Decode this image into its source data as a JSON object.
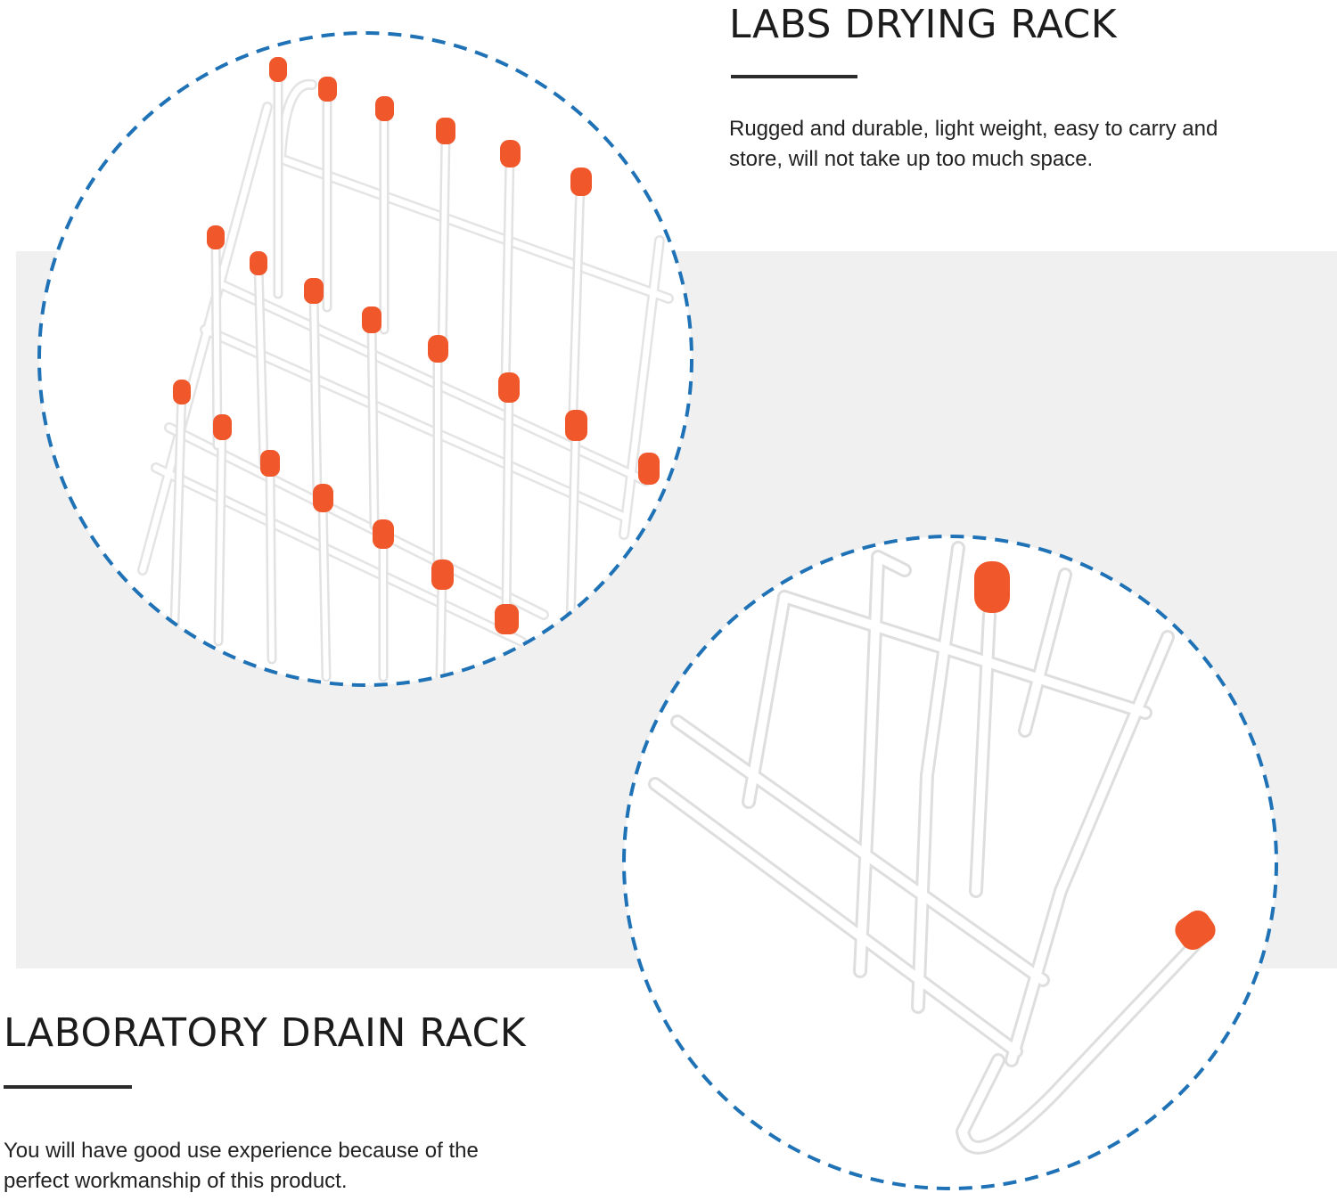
{
  "sections": [
    {
      "title": "LABS DRYING RACK",
      "description": "Rugged and durable, light weight, easy to carry and store, will not take up too much space."
    },
    {
      "title": "LABORATORY DRAIN RACK",
      "description": "You will have good use experience because of the perfect workmanship of this product."
    }
  ],
  "colors": {
    "accent_dash": "#1f72b6",
    "peg_cap": "#f0572a",
    "rack_white": "#ffffff",
    "band_gray": "#f0f0f0"
  },
  "icons": [
    "drying-rack-closeup-image",
    "rack-frame-detail-image"
  ]
}
